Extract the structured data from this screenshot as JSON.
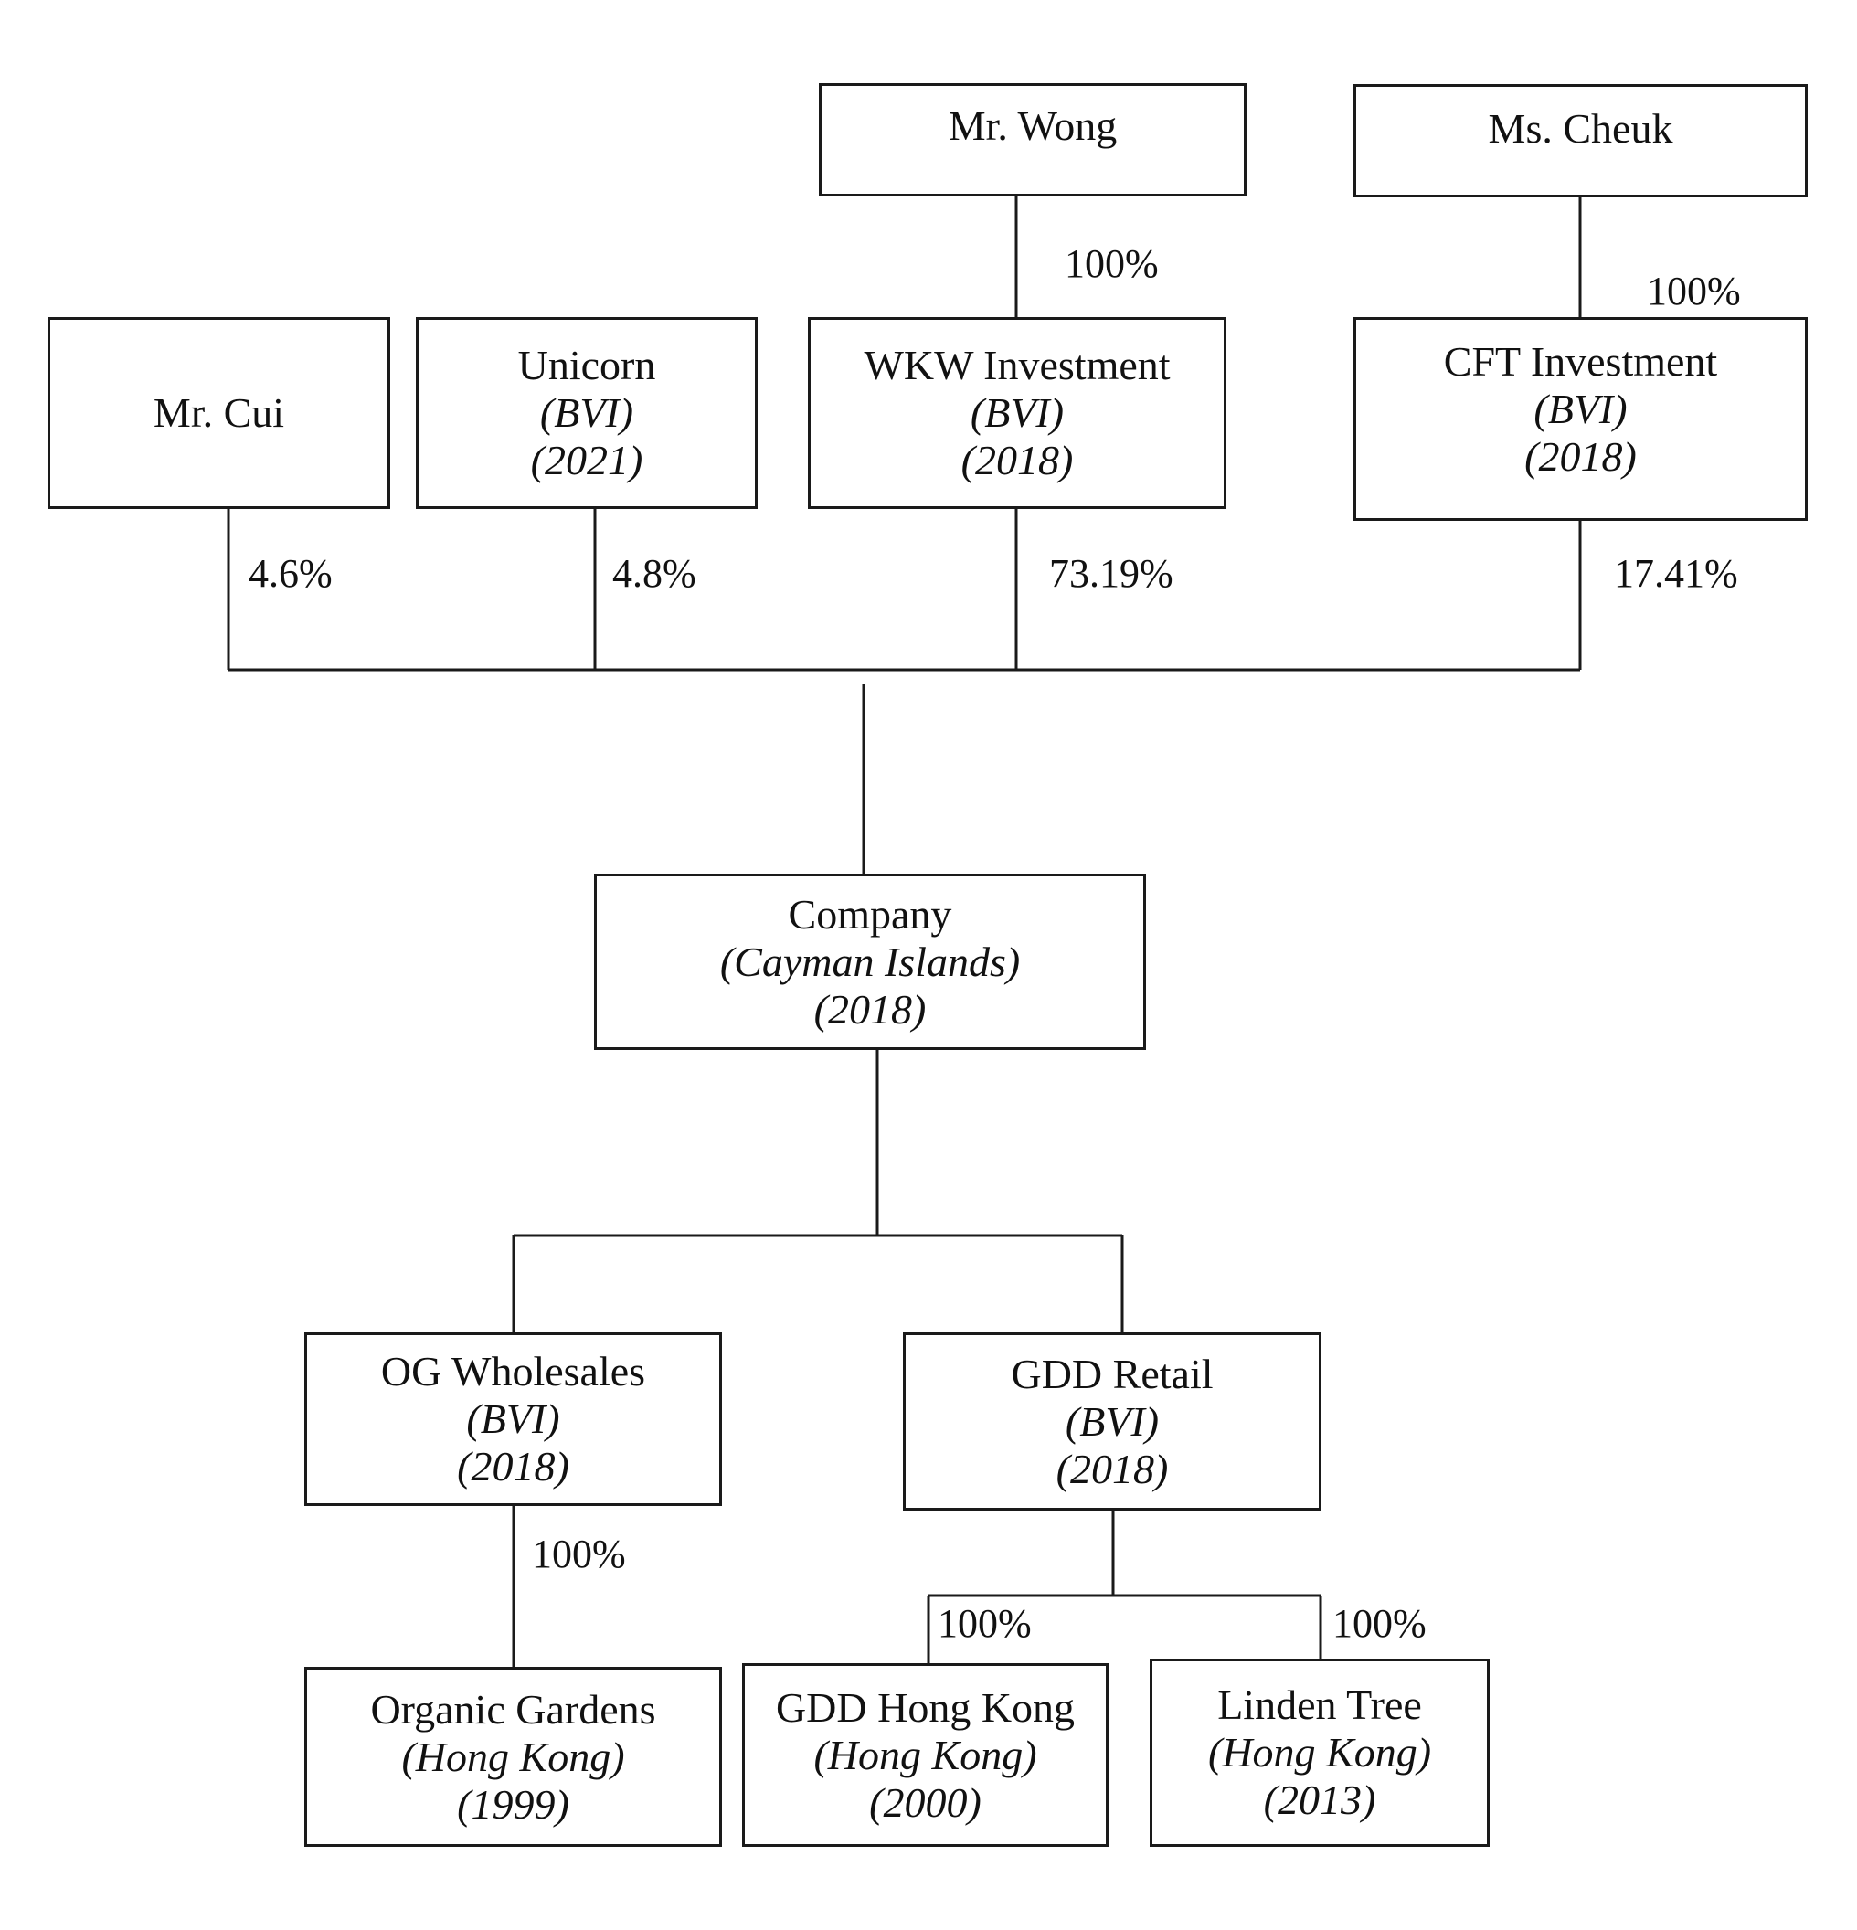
{
  "entities": {
    "mr_wong": {
      "name": "Mr. Wong"
    },
    "ms_cheuk": {
      "name": "Ms. Cheuk"
    },
    "mr_cui": {
      "name": "Mr. Cui"
    },
    "unicorn": {
      "name": "Unicorn",
      "jurisdiction": "BVI",
      "year": "(2021)"
    },
    "wkw_investment": {
      "name": "WKW Investment",
      "jurisdiction": "BVI",
      "year": "(2018)"
    },
    "cft_investment": {
      "name": "CFT Investment",
      "jurisdiction": "BVI",
      "year": "(2018)"
    },
    "company": {
      "name": "Company",
      "jurisdiction": "(Cayman Islands)",
      "year": "(2018)"
    },
    "og_wholesales": {
      "name": "OG Wholesales",
      "jurisdiction": "(BVI)",
      "year": "(2018)"
    },
    "gdd_retail": {
      "name": "GDD Retail",
      "jurisdiction": "(BVI)",
      "year": "(2018)"
    },
    "organic_gardens": {
      "name": "Organic Gardens",
      "jurisdiction": "(Hong Kong)",
      "year": "(1999)"
    },
    "gdd_hong_kong": {
      "name": "GDD Hong Kong",
      "jurisdiction": "(Hong Kong)",
      "year": "(2000)"
    },
    "linden_tree": {
      "name": "Linden Tree",
      "jurisdiction": "(Hong Kong)",
      "year": "(2013)"
    }
  },
  "ownership": {
    "wong_wkw": "100%",
    "cheuk_cft": "100%",
    "cui_company": "4.6%",
    "unicorn_company": "4.8%",
    "wkw_company": "73.19%",
    "cft_company": "17.41%",
    "og_organic": "100%",
    "gdd_hk": "100%",
    "gdd_linden": "100%"
  }
}
